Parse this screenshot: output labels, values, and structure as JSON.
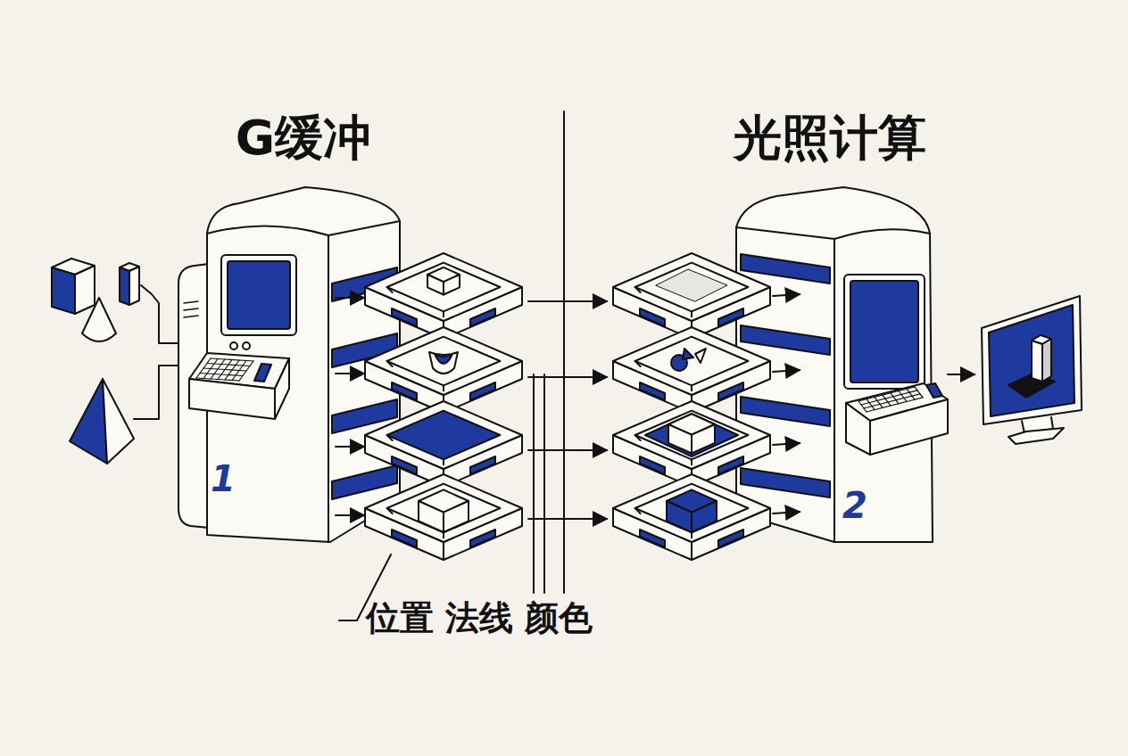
{
  "diagram": {
    "nodes": [
      {
        "text": [
          "G缓冲",
          "1"
        ]
      },
      {
        "text": [
          "光照计算",
          "2"
        ]
      }
    ],
    "labels": [
      "位置 法线 颜色"
    ]
  }
}
